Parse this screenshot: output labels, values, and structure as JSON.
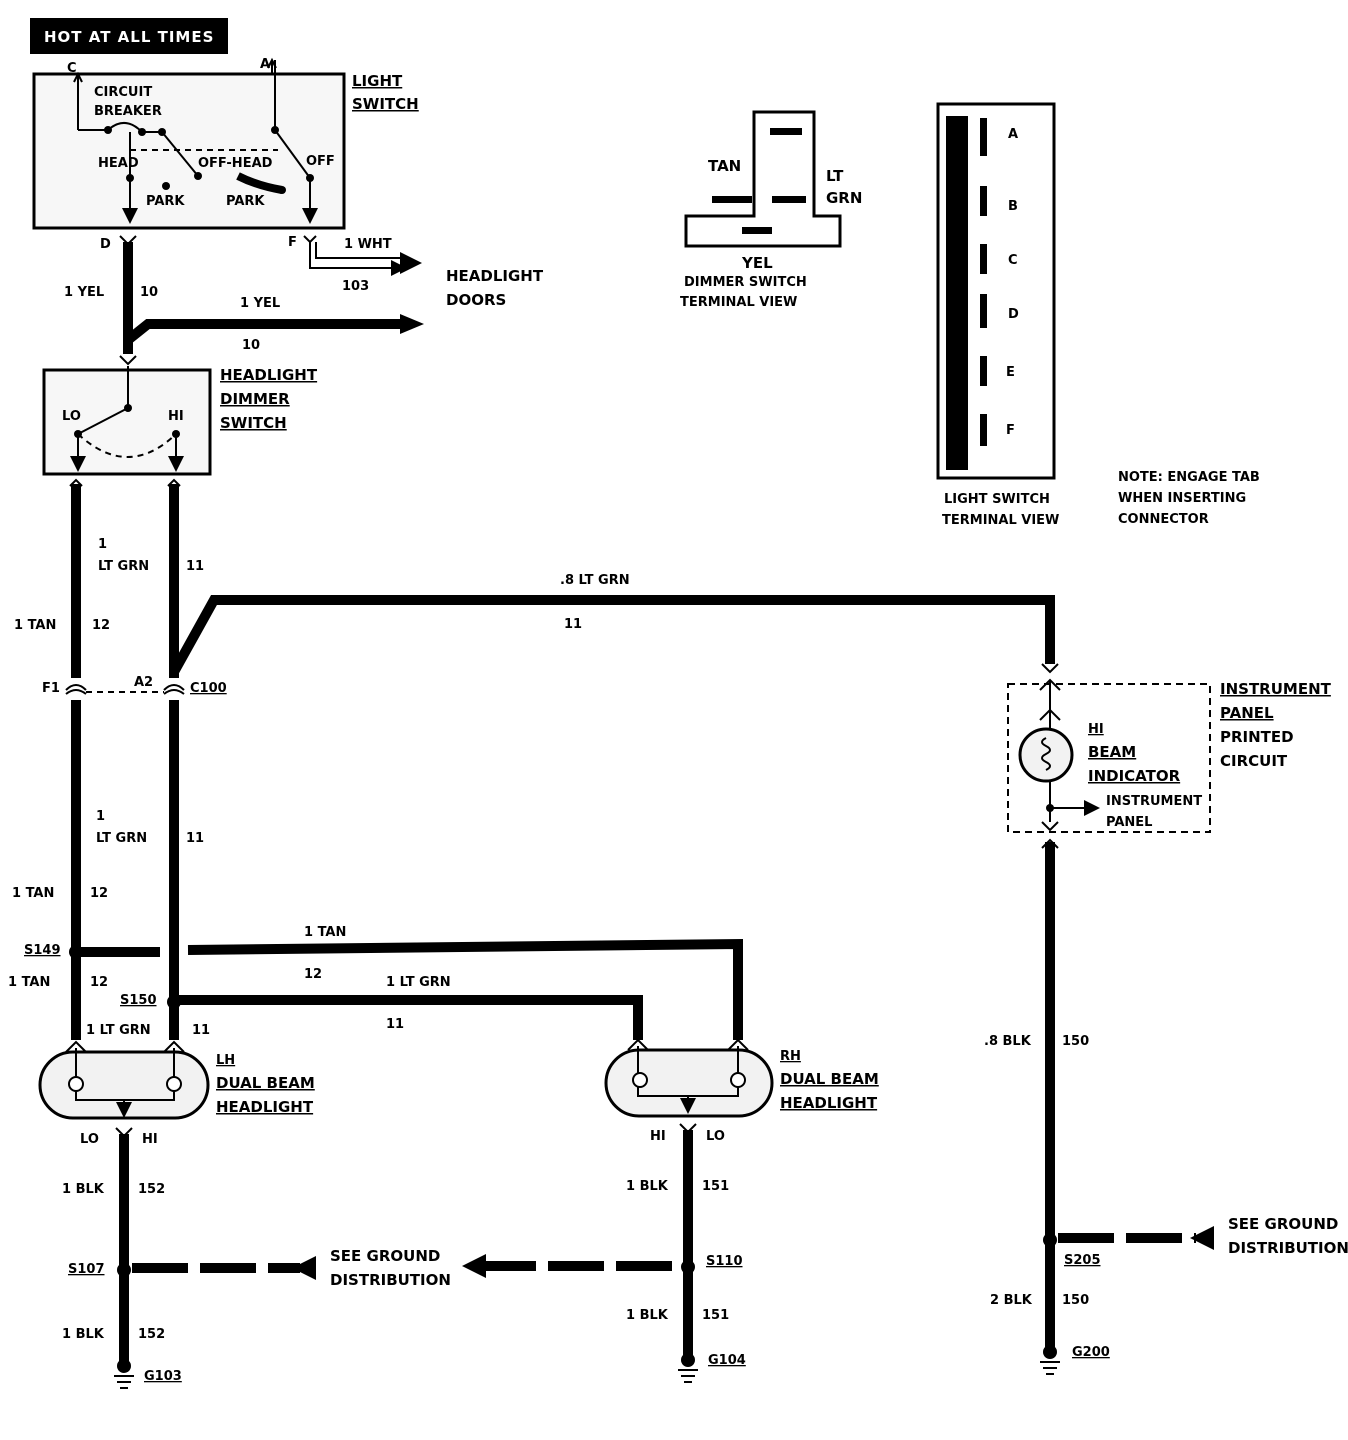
{
  "banner": "HOT AT ALL TIMES",
  "light_switch": {
    "title": [
      "LIGHT",
      "SWITCH"
    ],
    "terminal_c": "C",
    "terminal_a": "A",
    "terminal_d": "D",
    "terminal_f": "F",
    "circuit_breaker": [
      "CIRCUIT",
      "BREAKER"
    ],
    "head": "HEAD",
    "off_head": "OFF-HEAD",
    "off": "OFF",
    "park_left": "PARK",
    "park_right": "PARK"
  },
  "headlight_doors": {
    "wire_color": "1 WHT",
    "circuit": "103",
    "label": [
      "HEADLIGHT",
      "DOORS"
    ]
  },
  "yel_wire_left": {
    "color": "1 YEL",
    "circuit": "10"
  },
  "yel_wire_right": {
    "color": "1 YEL",
    "circuit": "10"
  },
  "dimmer_switch": {
    "title": [
      "HEADLIGHT",
      "DIMMER",
      "SWITCH"
    ],
    "lo": "LO",
    "hi": "HI"
  },
  "dimmer_terminal_view": {
    "tan": "TAN",
    "lt_grn": [
      "LT",
      "GRN"
    ],
    "yel": "YEL",
    "caption": [
      "DIMMER SWITCH",
      "TERMINAL VIEW"
    ]
  },
  "switch_terminal_view": {
    "pins": [
      "A",
      "B",
      "C",
      "D",
      "E",
      "F"
    ],
    "caption": [
      "LIGHT SWITCH",
      "TERMINAL VIEW"
    ],
    "note": [
      "NOTE:  ENGAGE TAB",
      "WHEN INSERTING",
      "CONNECTOR"
    ]
  },
  "upper_wires": {
    "ltgrn_num": "1",
    "ltgrn_color": "LT GRN",
    "ltgrn_circuit": "11",
    "tan_color": "1 TAN",
    "tan_circuit": "12"
  },
  "cross_wire": {
    "color": ".8 LT GRN",
    "circuit": "11"
  },
  "connector": {
    "f1": "F1",
    "a2": "A2",
    "name": "C100"
  },
  "lower_wires": {
    "ltgrn_num": "1",
    "ltgrn_color": "LT GRN",
    "ltgrn_circuit": "11",
    "tan_color": "1 TAN",
    "tan_circuit": "12"
  },
  "splices": {
    "s149": "S149",
    "s150": "S150",
    "tan_below": "1 TAN",
    "tan_below_circuit": "12",
    "ltgrn_below": "1 LT GRN",
    "ltgrn_below_circuit": "11"
  },
  "rh_feed_tan": {
    "color": "1 TAN",
    "circuit": "12"
  },
  "rh_feed_ltgrn": {
    "color": "1 LT GRN",
    "circuit": "11"
  },
  "instrument_panel": {
    "title": [
      "INSTRUMENT",
      "PANEL",
      "PRINTED",
      "CIRCUIT"
    ],
    "indicator": [
      "HI",
      "BEAM",
      "INDICATOR"
    ],
    "ground": [
      "INSTRUMENT",
      "PANEL"
    ]
  },
  "lh_headlight": {
    "title": [
      "LH",
      "DUAL BEAM",
      "HEADLIGHT"
    ],
    "lo": "LO",
    "hi": "HI",
    "wire_color": "1 BLK",
    "circuit": "152",
    "splice": "S107",
    "wire2_color": "1 BLK",
    "circuit2": "152",
    "ground": "G103"
  },
  "rh_headlight": {
    "title": [
      "RH",
      "DUAL BEAM",
      "HEADLIGHT"
    ],
    "hi": "HI",
    "lo": "LO",
    "wire_color": "1 BLK",
    "circuit": "151",
    "splice": "S110",
    "wire2_color": "1 BLK",
    "circuit2": "151",
    "ground": "G104"
  },
  "ground_distribution_center": [
    "SEE GROUND",
    "DISTRIBUTION"
  ],
  "ip_ground": {
    "wire_color": ".8 BLK",
    "circuit": "150",
    "splice": "S205",
    "see": [
      "SEE GROUND",
      "DISTRIBUTION"
    ],
    "wire2_color": "2 BLK",
    "circuit2": "150",
    "ground": "G200"
  }
}
